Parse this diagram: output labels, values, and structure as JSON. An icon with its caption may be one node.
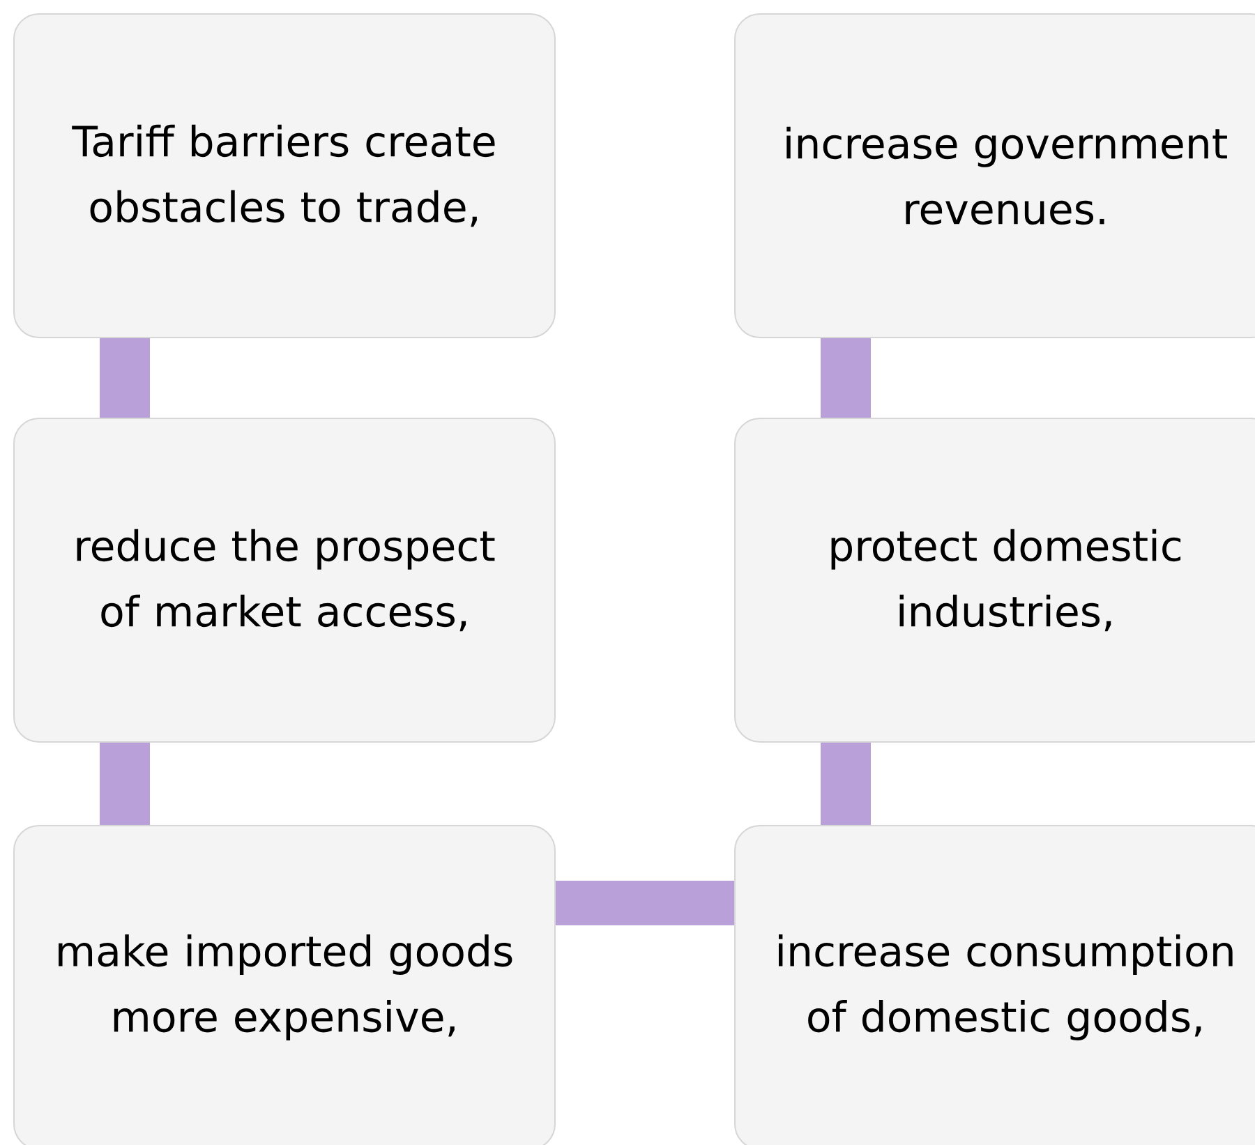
{
  "diagram": {
    "nodes": [
      {
        "text": [
          "Tariff barriers create obstacles to trade,"
        ]
      },
      {
        "text": [
          "increase government revenues."
        ]
      },
      {
        "text": [
          "reduce the prospect of market access,"
        ]
      },
      {
        "text": [
          "protect domestic industries,"
        ]
      },
      {
        "text": [
          "make imported goods more expensive,"
        ]
      },
      {
        "text": [
          "increase consumption of domestic goods,"
        ]
      }
    ],
    "edges": [
      {
        "from": 0,
        "to": 2,
        "arrow": "none"
      },
      {
        "from": 2,
        "to": 4,
        "arrow": "none"
      },
      {
        "from": 4,
        "to": 5,
        "arrow": "none"
      },
      {
        "from": 5,
        "to": 3,
        "arrow": "none"
      },
      {
        "from": 3,
        "to": 1,
        "arrow": "none"
      }
    ]
  }
}
